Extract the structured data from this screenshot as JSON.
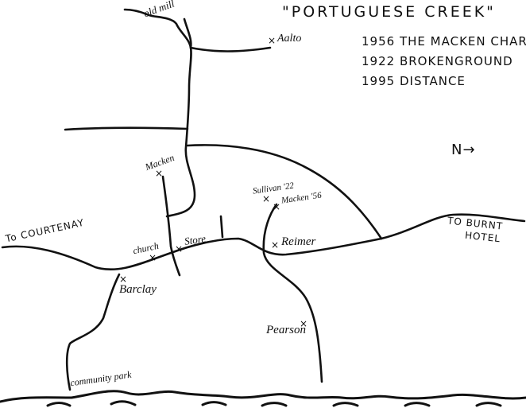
{
  "title": "\"PORTUGUESE CREEK\"",
  "legend": [
    {
      "year": "1956",
      "text": "THE MACKEN CHARM"
    },
    {
      "year": "1922",
      "text": "BROKENGROUND"
    },
    {
      "year": "1995",
      "text": "DISTANCE"
    }
  ],
  "north_arrow": "N→",
  "places": {
    "old_mill": "old mill",
    "aalto": "Aalto",
    "macken": "Macken",
    "sullivan": "Sullivan '22",
    "macken_56": "Macken '56",
    "reimer": "Reimer",
    "church": "church",
    "store": "Store",
    "barclay": "Barclay",
    "pearson": "Pearson",
    "community_park": "community park"
  },
  "roads": {
    "to_courtenay": "To COURTENAY",
    "to_burnt_hotel_1": "TO BURNT",
    "to_burnt_hotel_2": "HOTEL"
  },
  "marker_symbol": "×"
}
